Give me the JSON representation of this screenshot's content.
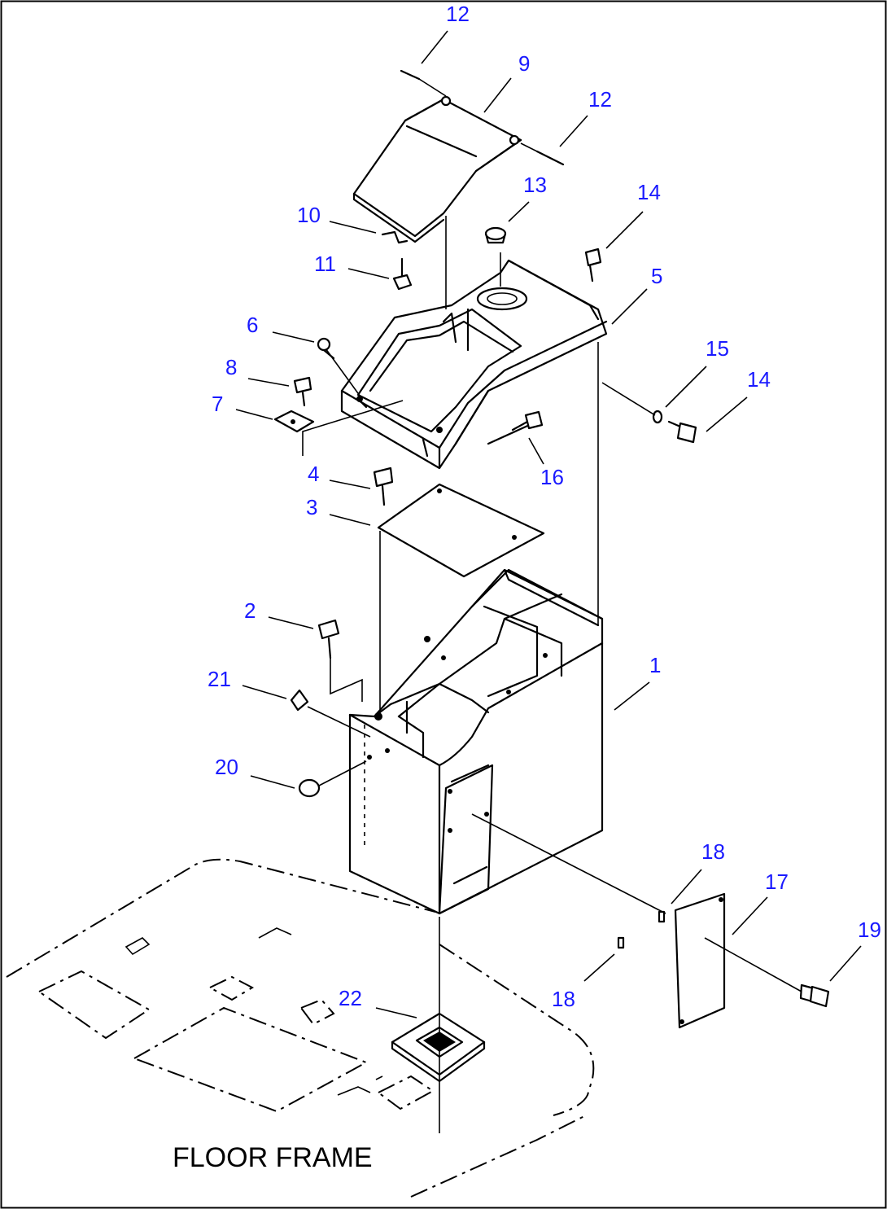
{
  "diagram": {
    "caption": "FLOOR FRAME",
    "label_color": "#1a1aff",
    "labels": {
      "p12a": "12",
      "p9": "9",
      "p12b": "12",
      "p13": "13",
      "p14a": "14",
      "p10": "10",
      "p11": "11",
      "p5": "5",
      "p6": "6",
      "p15": "15",
      "p14b": "14",
      "p8": "8",
      "p7": "7",
      "p16": "16",
      "p4": "4",
      "p3": "3",
      "p2": "2",
      "p1": "1",
      "p21": "21",
      "p20": "20",
      "p18a": "18",
      "p17": "17",
      "p19": "19",
      "p18b": "18",
      "p22": "22"
    }
  }
}
